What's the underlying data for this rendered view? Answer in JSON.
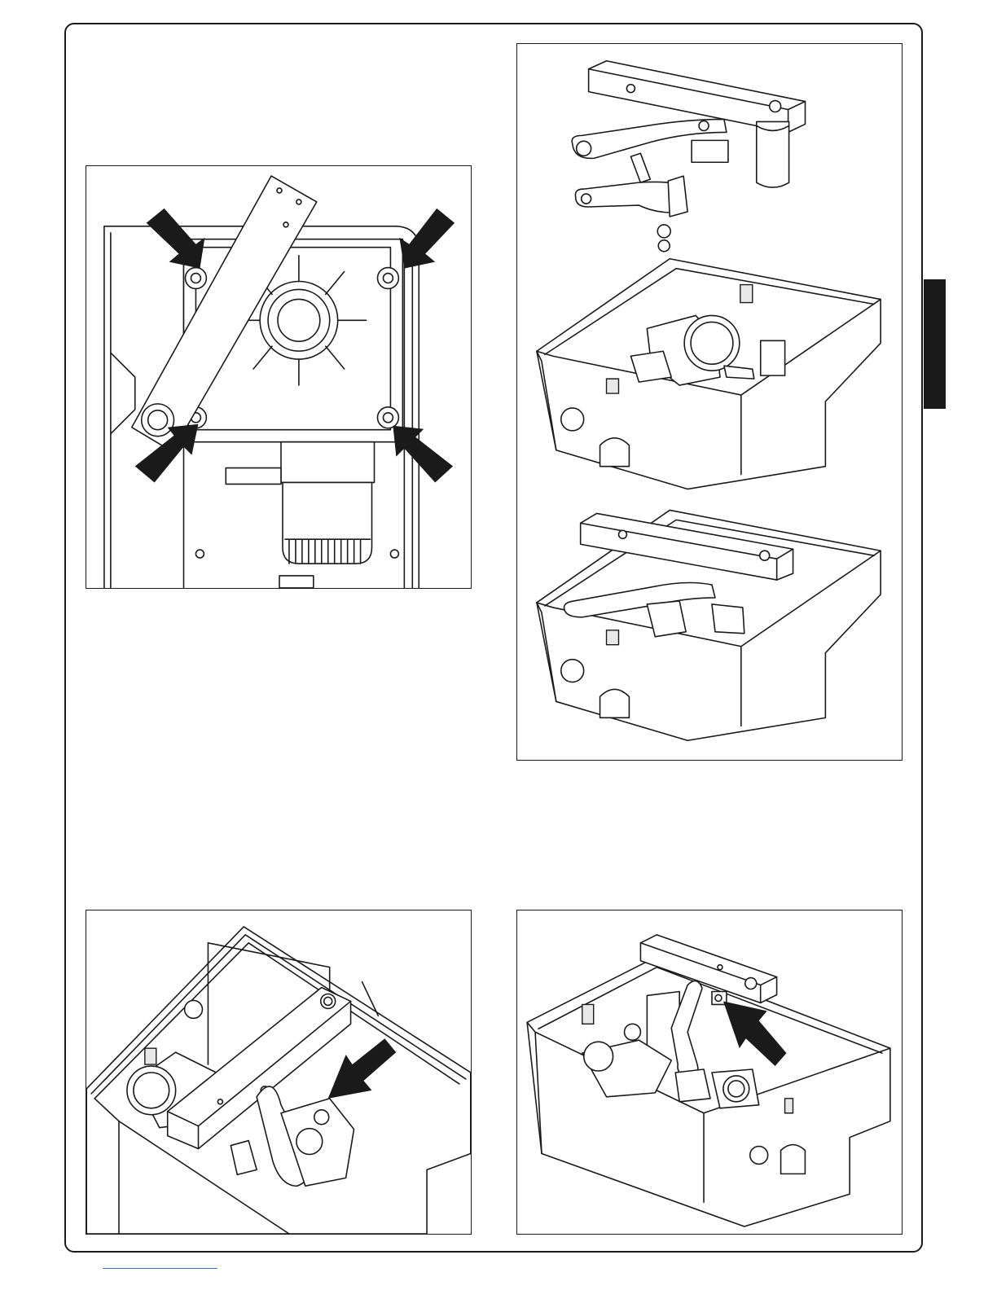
{
  "page": {
    "panels": [
      {
        "id": "figure-top-left",
        "depicts": "gearmotor-top-view-with-four-fixing-points"
      },
      {
        "id": "figure-top-right",
        "depicts": "lever-assembly-exploded-and-mounted"
      },
      {
        "id": "figure-bottom-left",
        "depicts": "release-lever-screw"
      },
      {
        "id": "figure-bottom-right",
        "depicts": "lever-bolt-tightening"
      }
    ],
    "colors": {
      "ink": "#1a1a1a",
      "tab": "#1a1a1a",
      "footer_link": "#4a74c9",
      "paper": "#ffffff"
    }
  }
}
